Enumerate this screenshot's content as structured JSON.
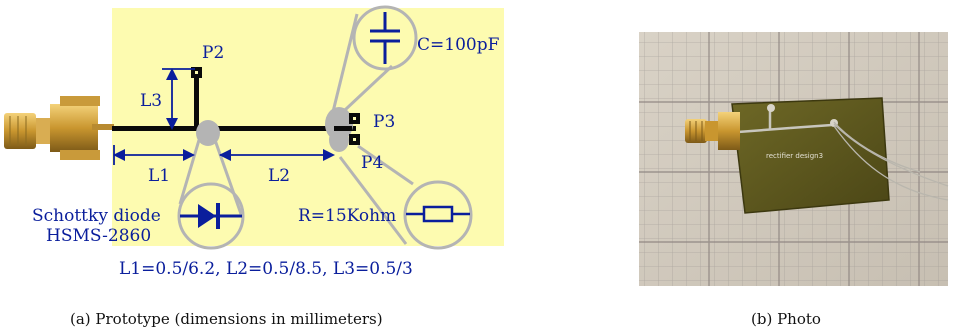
{
  "figure_a": {
    "labels": {
      "p2": "P2",
      "p3": "P3",
      "p4": "P4",
      "l1": "L1",
      "l2": "L2",
      "l3": "L3",
      "capacitor": "C=100pF",
      "resistor": "R=15Kohm",
      "diode_line1": "Schottky diode",
      "diode_line2": "HSMS-2860",
      "dimensions": "L1=0.5/6.2, L2=0.5/8.5, L3=0.5/3"
    },
    "caption": "(a) Prototype (dimensions in millimeters)"
  },
  "figure_b": {
    "board_text": "rectifier design3",
    "caption": "(b) Photo"
  },
  "colors": {
    "board_yellow": "#fdfbb0",
    "trace": "#0a0a0a",
    "dimension_blue": "#0a1e9c",
    "callout_gray": "#b4b4b4",
    "pcb_green": "#5f5a1e",
    "paper": "#d6cfc2"
  }
}
